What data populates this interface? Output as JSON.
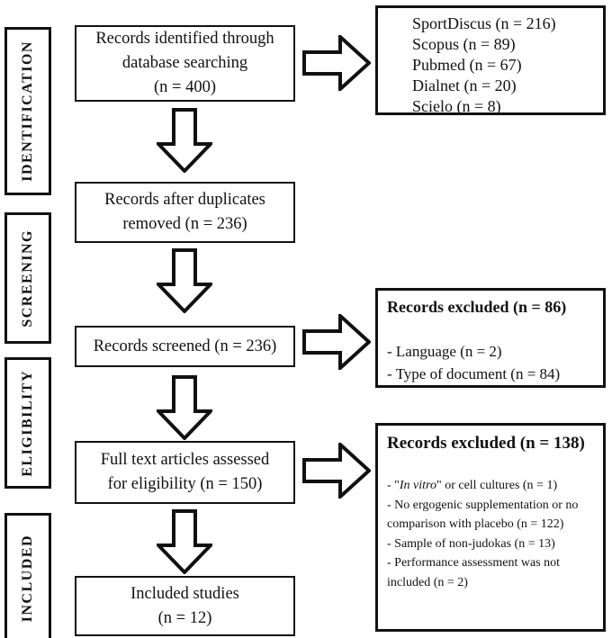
{
  "stages": [
    {
      "label": "IDENTIFICATION"
    },
    {
      "label": "SCREENING"
    },
    {
      "label": "ELIGIBILITY"
    },
    {
      "label": "INCLUDED"
    }
  ],
  "flow": {
    "identified": {
      "lines": [
        "Records identified through",
        "database searching",
        "(n = 400)"
      ]
    },
    "duplicates_removed": {
      "lines": [
        "Records after duplicates",
        "removed (n = 236)"
      ]
    },
    "screened": {
      "lines": [
        "Records screened (n = 236)"
      ]
    },
    "fulltext": {
      "lines": [
        "Full text articles assessed",
        "for eligibility (n = 150)"
      ]
    },
    "included": {
      "lines": [
        "Included studies",
        "(n = 12)"
      ]
    }
  },
  "databases": {
    "items": [
      "SportDiscus (n = 216)",
      "Scopus (n = 89)",
      "Pubmed (n = 67)",
      "Dialnet (n = 20)",
      "Scielo (n = 8)"
    ]
  },
  "exclusion_screening": {
    "title": "Records excluded (n = 86)",
    "items": [
      "- Language (n = 2)",
      "- Type of document (n = 84)"
    ]
  },
  "exclusion_eligibility": {
    "title": "Records excluded (n = 138)",
    "item_invitro": {
      "pre": "- \"",
      "italic": "In vitro",
      "post": "\" or cell cultures (n = 1)"
    },
    "items_rest": [
      "- No ergogenic supplementation or no comparison with placebo (n = 122)",
      "- Sample of non-judokas (n = 13)",
      "- Performance assessment was not included (n = 2)"
    ]
  },
  "colors": {
    "ink": "#111111",
    "background": "#ffffff"
  }
}
